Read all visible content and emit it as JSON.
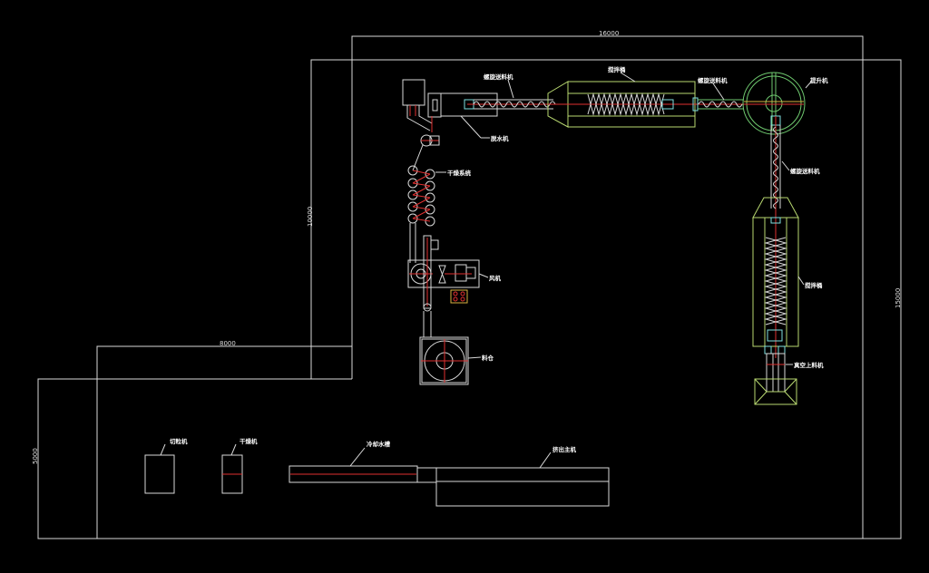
{
  "drawing": {
    "background": "#000000",
    "line_color": "#d8d8d8",
    "accent_colors": {
      "center_line": "#e03030",
      "equipment_outline": "#b8d870",
      "wheel": "#6fc96f",
      "bearing": "#7fe0e0"
    }
  },
  "dimensions": {
    "top_width": "16000",
    "upper_height": "10000",
    "right_height": "15000",
    "lower_left_width": "8000",
    "lower_left_height": "5000"
  },
  "labels": {
    "screw_feeder_1": "螺旋送料机",
    "mixing_tank_1": "搅拌桶",
    "screw_feeder_2": "螺旋送料机",
    "hoist_wheel": "提升机",
    "screw_feeder_3": "螺旋送料机",
    "mixing_tank_2": "搅拌桶",
    "vacuum_feeder": "真空上料机",
    "dewatering": "脱水机",
    "drying_system": "干燥系统",
    "blower": "风机",
    "silo": "料仓",
    "cutter": "切粒机",
    "dryer": "干燥机",
    "cooling_tank": "冷却水槽",
    "extruder": "挤出主机"
  }
}
